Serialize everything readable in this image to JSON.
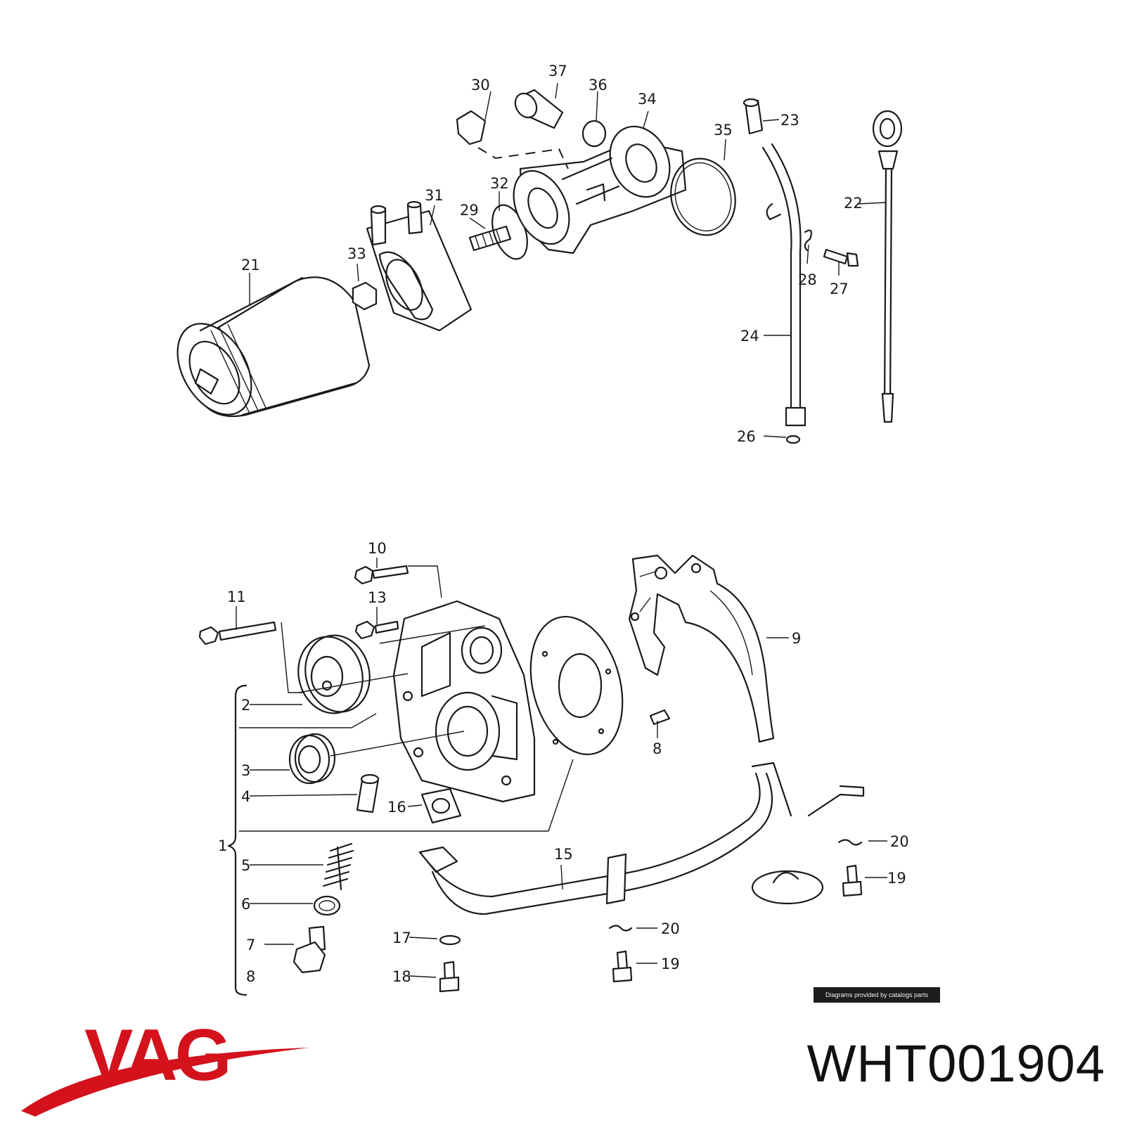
{
  "brand": {
    "name": "VAG",
    "color": "#d3121c"
  },
  "part_number": "WHT001904",
  "credit": "Diagrams provided by catalogs parts",
  "callouts": [
    "30",
    "37",
    "36",
    "34",
    "23",
    "35",
    "22",
    "31",
    "32",
    "29",
    "33",
    "21",
    "28",
    "27",
    "24",
    "26",
    "10",
    "11",
    "13",
    "9",
    "2",
    "8",
    "3",
    "4",
    "16",
    "1",
    "20",
    "15",
    "19",
    "5",
    "6",
    "17",
    "20",
    "7",
    "19",
    "18",
    "8"
  ]
}
